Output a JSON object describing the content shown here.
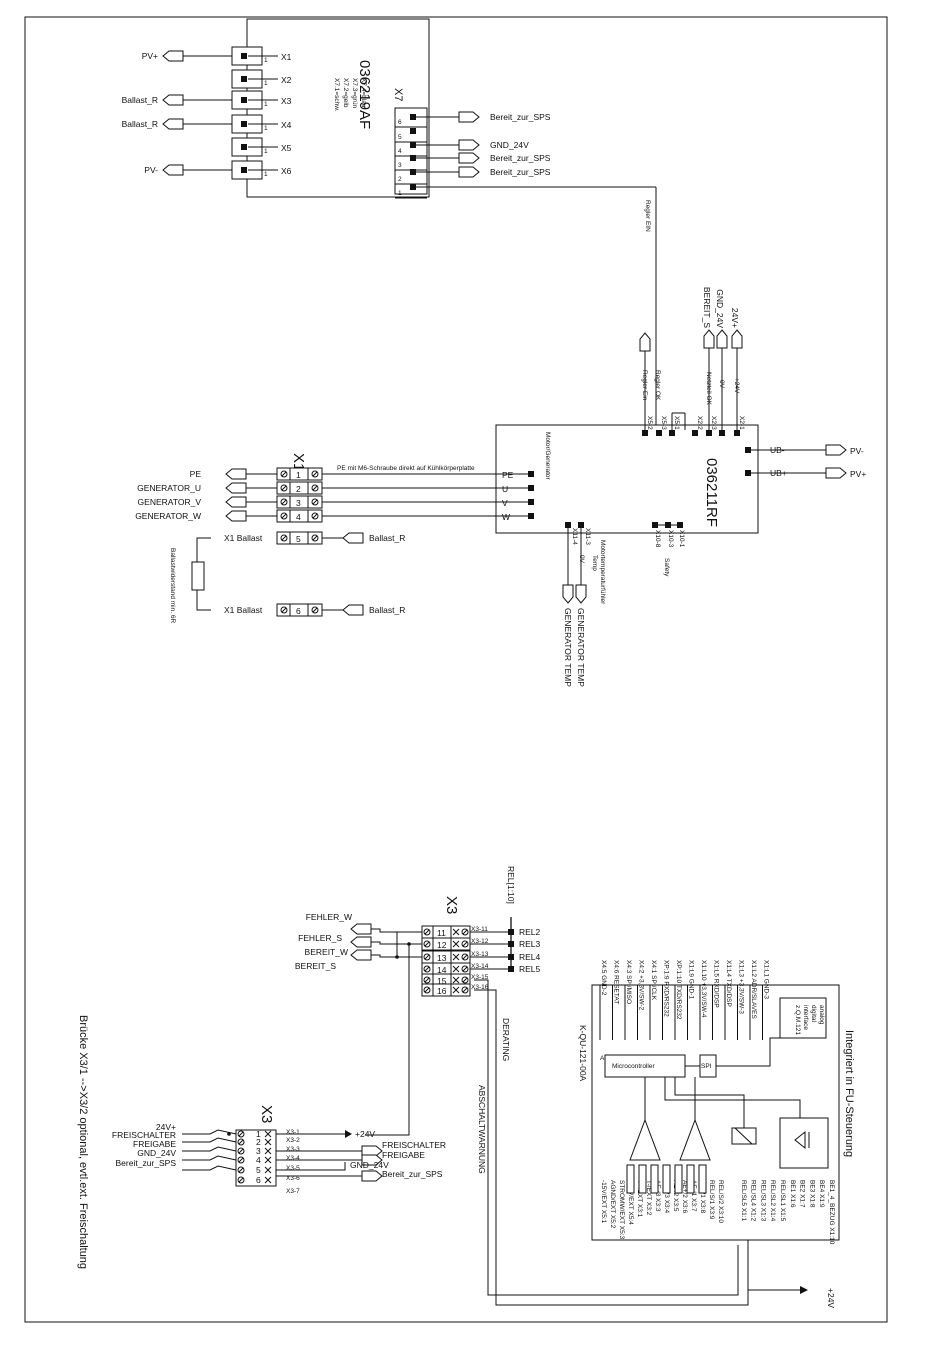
{
  "top_block": {
    "part_no": "036219AF",
    "conn_x7": "X7",
    "wire_colors": [
      "X7.1=schw.",
      "X7.2=gelb",
      "X7.3=grün",
      "X7.4=blau"
    ],
    "terminals": [
      {
        "sig": "PV+",
        "x": "X1"
      },
      {
        "sig": "",
        "x": "X2"
      },
      {
        "sig": "Ballast_R",
        "x": "X3"
      },
      {
        "sig": "Ballast_R",
        "x": "X4"
      },
      {
        "sig": "",
        "x": "X5"
      },
      {
        "sig": "PV-",
        "x": "X6"
      }
    ],
    "pin_one": "1",
    "x7_pins": [
      "6",
      "5",
      "4",
      "3",
      "2",
      "1"
    ],
    "x7_signals": [
      "Bereit_zur_SPS",
      "GND_24V",
      "Bereit_zur_SPS",
      "Bereit_zur_SPS"
    ],
    "regler_label": "Regler EIN"
  },
  "mid_block": {
    "part_no": "036211RF",
    "motor_label": "Motor/Generator",
    "x1_label": "X1",
    "pe_note": "PE mit M6-Schraube direkt auf Kühlkörperplatte",
    "top_inputs": [
      "BEREIT_S",
      "GND_24V",
      "24V+"
    ],
    "top_plus": "+24V",
    "top_0v": "0V",
    "regler_ok": "Regler OK",
    "regler_ein": "Regler Ein",
    "netzteil_ok": "Netzteil OK",
    "pin_labels": [
      "X5-2",
      "X5-3",
      "X5-1",
      "X2-2",
      "X2-3",
      "X2-1"
    ],
    "ub_minus": "UB-",
    "ub_plus": "UB+",
    "pv_minus": "PV-",
    "pv_plus": "PV+",
    "gen_rows": [
      {
        "sig": "PE",
        "pin": "1",
        "inside": "PE"
      },
      {
        "sig": "GENERATOR_U",
        "pin": "2",
        "inside": "U"
      },
      {
        "sig": "GENERATOR_V",
        "pin": "3",
        "inside": "V"
      },
      {
        "sig": "GENERATOR_W",
        "pin": "4",
        "inside": "W"
      }
    ],
    "ballast_rows": [
      {
        "label": "X1 Ballast",
        "pin": "5",
        "sig": "Ballast_R"
      },
      {
        "label": "X1 Ballast",
        "pin": "6",
        "sig": "Ballast_R"
      }
    ],
    "ballast_resistor": "Ballastwiderstand min. 6R",
    "temp_pins": [
      "X11-3",
      "Temp",
      "X11-4",
      "0V"
    ],
    "motortemp": "Motortemperaturfühler",
    "gen_temp": [
      "GENERATOR TEMP",
      "GENERATOR TEMP"
    ],
    "safety_pins": [
      "X10-1",
      "X10-3",
      "X10-8"
    ],
    "safety": "Safety"
  },
  "bottom": {
    "rel_group": "REL[1:10]",
    "x3_label": "X3",
    "x3_rows": [
      {
        "sig": "FEHLER_W",
        "pin": "11",
        "tag": "X3-11",
        "rel": "REL2"
      },
      {
        "sig": "FEHLER_S",
        "pin": "12",
        "tag": "X3-12",
        "rel": "REL3"
      },
      {
        "sig": "BEREIT_W",
        "pin": "13",
        "tag": "X3-13",
        "rel": "REL4"
      },
      {
        "sig": "BEREIT_S",
        "pin": "14",
        "tag": "X3-14",
        "rel": "REL5"
      },
      {
        "sig": "",
        "pin": "15",
        "tag": "X3-15",
        "rel": ""
      },
      {
        "sig": "",
        "pin": "16",
        "tag": "X3-16",
        "rel": ""
      }
    ],
    "derating": "DERATING",
    "abschalt": "ABSCHALTWARNUNG",
    "x3b_label": "X3",
    "x3b_rows": [
      {
        "sig": "24V+",
        "pin": "1",
        "tag": "X3-1"
      },
      {
        "sig": "FREISCHALTER",
        "pin": "2",
        "tag": "X3-2"
      },
      {
        "sig": "FREIGABE",
        "pin": "3",
        "tag": "X3-3"
      },
      {
        "sig": "GND_24V",
        "pin": "4",
        "tag": "X3-4"
      },
      {
        "sig": "Bereit_zur_SPS",
        "pin": "5",
        "tag": "X3-5"
      },
      {
        "sig": "",
        "pin": "6",
        "tag": "X3-6"
      }
    ],
    "x3b_extra_tag": "X3-7",
    "plus24": "+24V",
    "right_freischalter": "FREISCHALTER",
    "right_freigabe": "FREIGABE",
    "right_gnd": "GND_24V",
    "right_bereit": "Bereit_zur_SPS",
    "bruecke_note": "Brücke X3/1 -->X3/2 optional, evtl.ext. Freischaltung",
    "fu_title": "Integriert in FU-Steuerung",
    "kqu": "K-QU-121-00A",
    "a5": "A5",
    "micro": "Microcontroller",
    "spi": "SPI",
    "interface_text": [
      "analog",
      "digital",
      "interface",
      "z.Q.M.121"
    ],
    "top_pins": [
      "X4:5 GND-2",
      "X4:6 RESETAT",
      "X4:3 SPI/MISO",
      "X4:2 +3,3V/SW-2",
      "X4:1 SPI/CLK",
      "XP:1:9 RXD/RS232",
      "XP:1:10 TXD/RS232",
      "X1:L9 GND-1",
      "X1:L10 +3,3V/SW-4",
      "X1:L5 RXD/DSP",
      "X1:L4 TXD/DSP",
      "X1:L3 +3,3V/SW-3",
      "X1:L2 ADR/SLAVES",
      "X1:L1 GND-3"
    ],
    "right_pins": [
      "BE1_4_BEZUG X1:10",
      "BE4 X1:9",
      "BE3 X1:8",
      "BE2 X1:7",
      "BE1 X1:6",
      "REL/SL1 X1:5",
      "REL/SL2 X1:4",
      "REL/SL3 X1:3",
      "REL/SL4 X1:2",
      "REL/SL5 X1:1"
    ],
    "bottom_pins": [
      "-15V/EXT X5:1",
      "AGND/EXT X5:2",
      "STROMW/EXT X5:3",
      "+15V/EXT X5:4",
      "T+/EXT X3:1",
      "T-/EXT X3:2",
      "AE-/3 X3:3",
      "AE+/3 X3:4",
      "AE-/2 X3:5",
      "AE+/2 X3:6",
      "AE-/1 X3:7",
      "AE+/1 X3:8",
      "REL/S/1 X3:9",
      "REL/S/2 X3:10"
    ],
    "rel_s_right": "+24V"
  }
}
